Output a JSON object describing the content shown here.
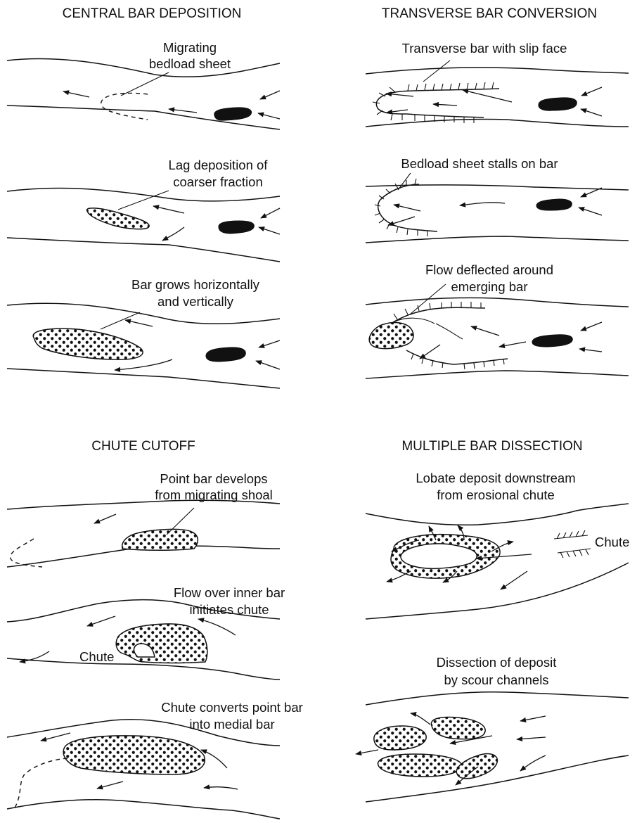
{
  "panels": {
    "central_bar_deposition": {
      "title": "CENTRAL BAR DEPOSITION",
      "stage1": [
        "Migrating",
        "bedload sheet"
      ],
      "stage2": [
        "Lag deposition of",
        "coarser fraction"
      ],
      "stage3": [
        "Bar grows horizontally",
        "and vertically"
      ]
    },
    "transverse_bar_conversion": {
      "title": "TRANSVERSE BAR CONVERSION",
      "stage1": [
        "Transverse bar with slip face"
      ],
      "stage2": [
        "Bedload sheet stalls on bar"
      ],
      "stage3": [
        "Flow deflected around",
        "emerging bar"
      ]
    },
    "chute_cutoff": {
      "title": "CHUTE CUTOFF",
      "stage1": [
        "Point bar develops",
        "from migrating shoal"
      ],
      "stage2": [
        "Flow over inner bar",
        "initiates chute"
      ],
      "stage2_chute": "Chute",
      "stage3": [
        "Chute converts point bar",
        "into medial bar"
      ]
    },
    "multiple_bar_dissection": {
      "title": "MULTIPLE BAR DISSECTION",
      "stage1": [
        "Lobate deposit downstream",
        "from erosional chute"
      ],
      "stage1_chute": "Chute",
      "stage2": [
        "Dissection of deposit",
        "by scour channels"
      ]
    }
  }
}
